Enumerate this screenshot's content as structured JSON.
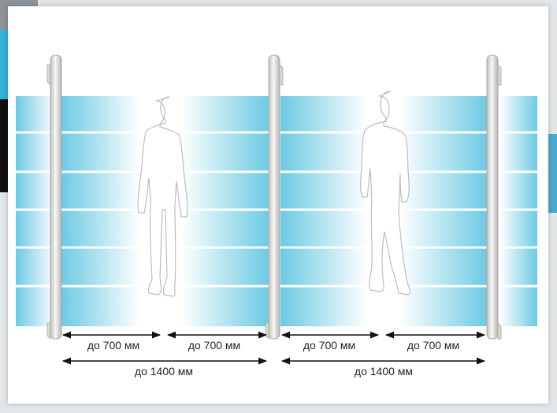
{
  "measurements": {
    "left_half_a": "до 700 мм",
    "left_half_b": "до 700 мм",
    "right_half_a": "до 700 мм",
    "right_half_b": "до 700 мм",
    "left_total": "до 1400 мм",
    "right_total": "до 1400 мм"
  },
  "colors": {
    "field": "#7ed0e6",
    "pole": "#e8e8e6",
    "silhouette": "#c8ccd0",
    "arrow": "#111111"
  }
}
